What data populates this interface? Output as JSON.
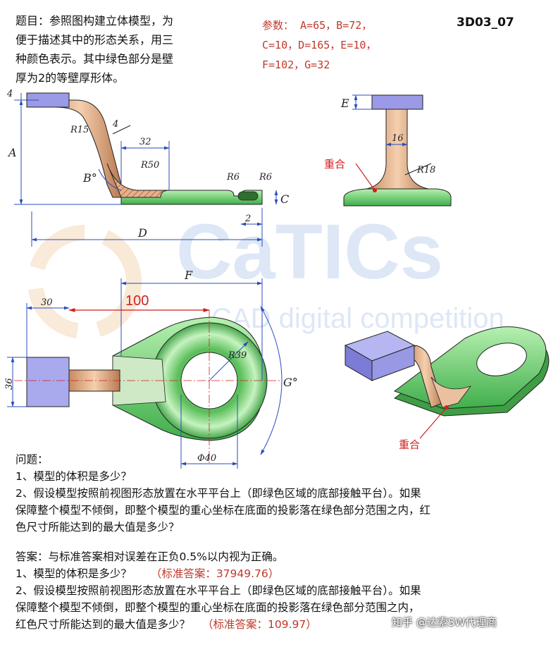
{
  "header": {
    "problem_lines": [
      "题目：参照图构建立体模型，为",
      "便于描述其中的形态关系，用三",
      "种颜色表示。其中绿色部分是壁",
      "厚为2的等壁厚形体。"
    ],
    "params_lines": [
      "参数： A=65，B=72，",
      "C=10，D=165，E=10，",
      "F=102，G=32"
    ],
    "code": "3D03_07"
  },
  "watermark": {
    "brand": "CaTICs",
    "tagline": "CAD digital competition"
  },
  "front_view": {
    "labels": {
      "A": "A",
      "B": "B°",
      "C": "C",
      "D": "D",
      "R15": "R15",
      "t4a": "4",
      "t4b": "4",
      "w32": "32",
      "R50": "R50",
      "R6a": "R6",
      "R6b": "R6",
      "w2": "2"
    }
  },
  "side_view": {
    "labels": {
      "E": "E",
      "w16": "16",
      "R18": "R18",
      "coincide": "重合"
    }
  },
  "top_view": {
    "labels": {
      "F": "F",
      "red100": "100",
      "w30": "30",
      "h36": "36",
      "R39": "R39",
      "phi40": "Φ40",
      "G": "G°"
    }
  },
  "iso_view": {
    "labels": {
      "coincide": "重合"
    }
  },
  "questions": {
    "title": "问题：",
    "q1": "1、模型的体积是多少？",
    "q2_lines": [
      "2、假设模型按照前视图形态放置在水平平台上（即绿色区域的底部接触平台）。如果",
      "保障整个模型不倾倒，即整个模型的重心坐标在底面的投影落在绿色部分范围之内，红",
      "色尺寸所能达到的最大值是多少？"
    ]
  },
  "answers": {
    "intro": "答案：与标准答案相对误差在正负0.5%以内视为正确。",
    "a1": "1、模型的体积是多少？",
    "a1_std": "（标准答案：37949.76）",
    "a2_lines": [
      "2、假设模型按照前视图形态放置在水平平台上（即绿色区域的底部接触平台）。如果",
      "保障整个模型不倾倒，即整个模型的重心坐标在底面的投影落在绿色部分范围之内，"
    ],
    "a2_last": "红色尺寸所能达到的最大值是多少？",
    "a2_std": "（标准答案：109.97）",
    "credit": "知乎 @达索SW代理商"
  },
  "colors": {
    "green": "#7ed87e",
    "tan": "#e3b48f",
    "purple": "#9a9ae6",
    "red": "#d21e1e"
  }
}
